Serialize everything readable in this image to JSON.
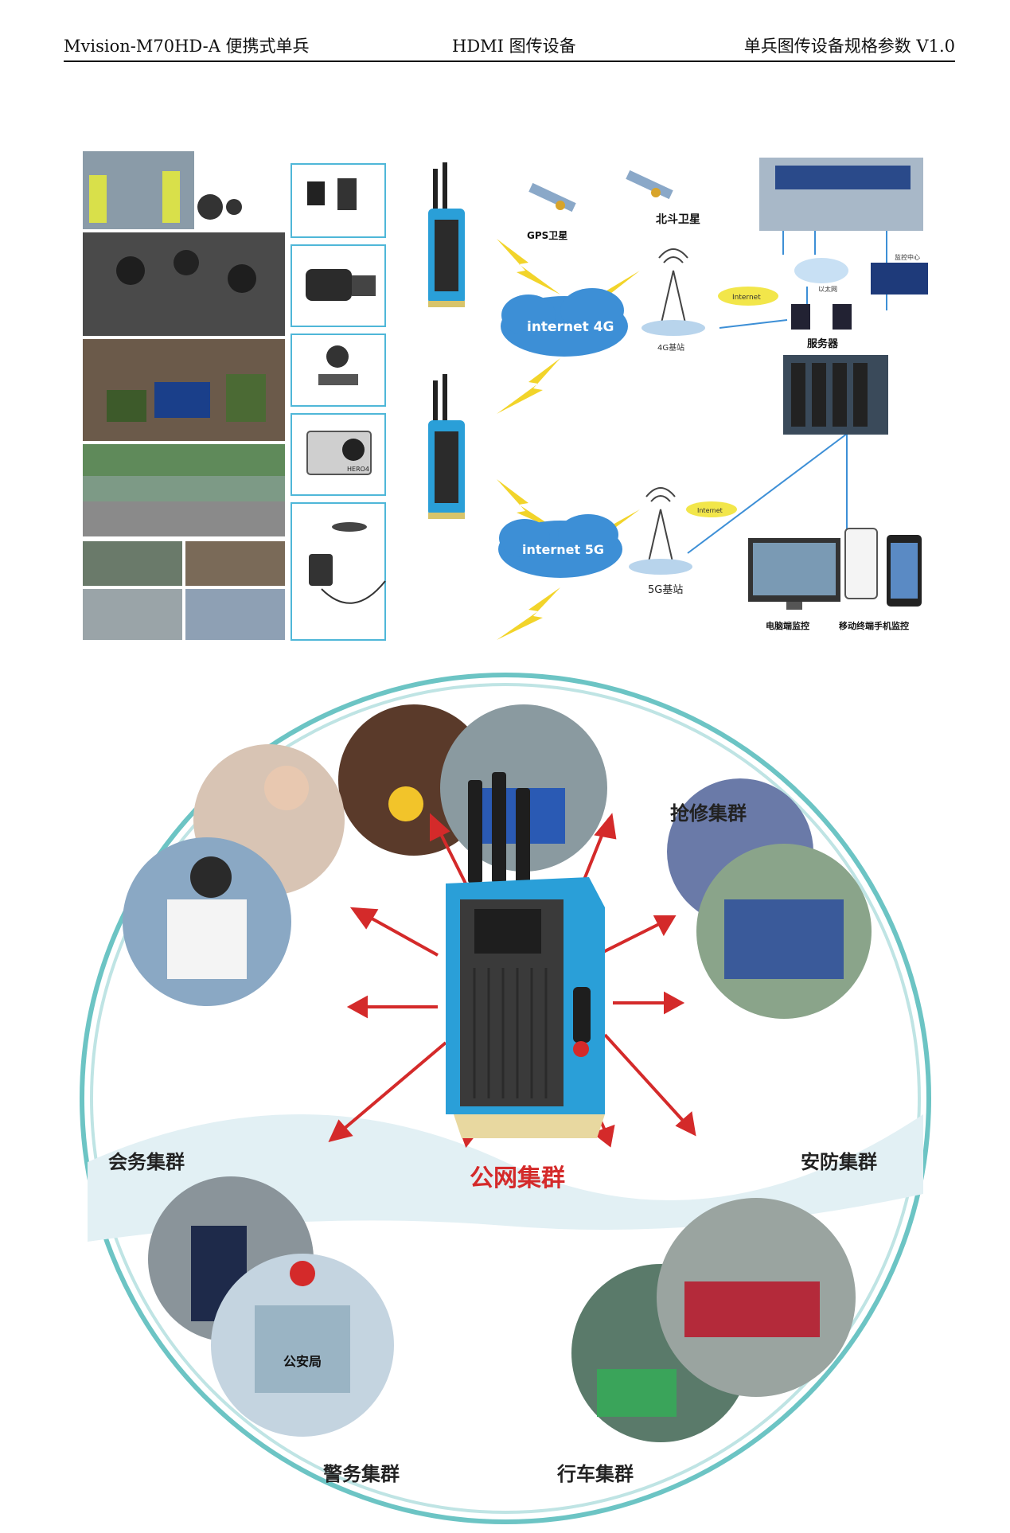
{
  "header": {
    "left": "Mvision-M70HD-A 便携式单兵",
    "center": "HDMI 图传设备",
    "right": "单兵图传设备规格参数 V1.0"
  },
  "network_diagram": {
    "gps_satellite": "GPS卫星",
    "beidou_satellite": "北斗卫星",
    "cloud_4g": "internet 4G",
    "cloud_5g": "internet 5G",
    "base_4g": "4G基站",
    "base_5g": "5G基站",
    "internet_tag_top": "Internet",
    "internet_tag_bottom": "Internet",
    "ethernet": "以太网",
    "monitor_center": "监控中心",
    "server": "服务器",
    "pc_monitoring": "电脑端监控",
    "mobile_monitoring": "移动终端手机监控",
    "camera_label": "HERO4"
  },
  "cluster_diagram": {
    "center": "公网集群",
    "repair": "抢修集群",
    "meeting": "会务集群",
    "security": "安防集群",
    "police": "警务集群",
    "driving": "行车集群",
    "building_sign": "公安局"
  },
  "colors": {
    "device_blue": "#2a9fd8",
    "arrow_red": "#d42a2a",
    "ring_teal": "#6cc4c4",
    "cloud_blue": "#3d8fd6",
    "lightning_yellow": "#f2d42a"
  }
}
